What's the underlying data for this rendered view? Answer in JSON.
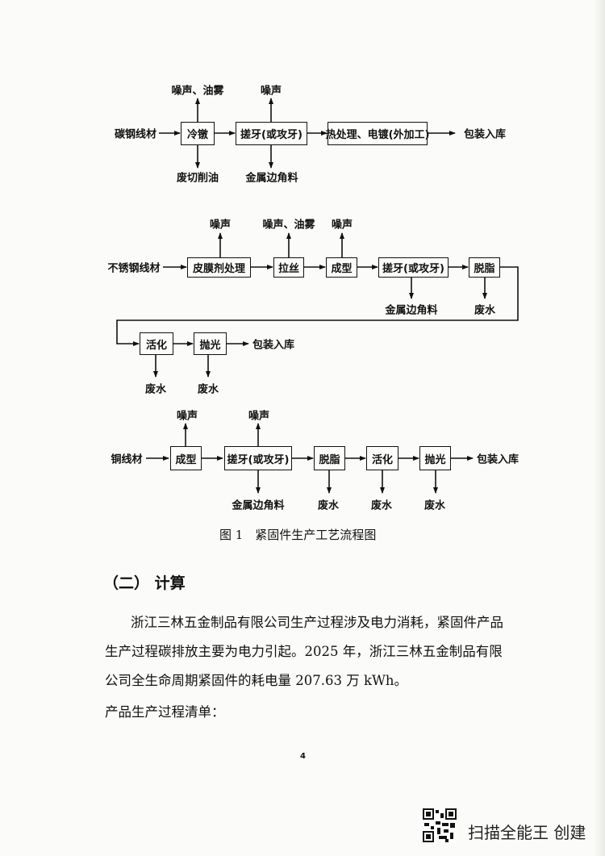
{
  "flow1": {
    "input": "碳钢线材",
    "steps": [
      "冷镦",
      "搓牙(或攻牙)",
      "热处理、电镀(外加工)"
    ],
    "output": "包装入库",
    "emissions_up": [
      "噪声、油雾",
      "噪声"
    ],
    "emissions_down": [
      "废切削油",
      "金属边角料"
    ]
  },
  "flow2": {
    "input": "不锈钢线材",
    "steps": [
      "皮膜剂处理",
      "拉丝",
      "成型",
      "搓牙(或攻牙)",
      "脱脂",
      "活化",
      "抛光"
    ],
    "output": "包装入库",
    "emissions_up": [
      "噪声",
      "噪声、油雾",
      "噪声"
    ],
    "emissions_down": [
      "金属边角料",
      "废水",
      "废水",
      "废水"
    ]
  },
  "flow3": {
    "input": "铜线材",
    "steps": [
      "成型",
      "搓牙(或攻牙)",
      "脱脂",
      "活化",
      "抛光"
    ],
    "output": "包装入库",
    "emissions_up": [
      "噪声",
      "噪声"
    ],
    "emissions_down": [
      "金属边角料",
      "废水",
      "废水",
      "废水"
    ]
  },
  "figure_caption": "图 1　紧固件生产工艺流程图",
  "section_heading": "（二） 计算",
  "paragraph_lines": [
    "浙江三林五金制品有限公司生产过程涉及电力消耗，紧固件产品",
    "生产过程碳排放主要为电力引起。2025 年，浙江三林五金制品有限",
    "公司全生命周期紧固件的耗电量 207.63 万 kWh。"
  ],
  "list_intro": "产品生产过程清单：",
  "page_number": "4",
  "scanner_watermark": "扫描全能王 创建"
}
